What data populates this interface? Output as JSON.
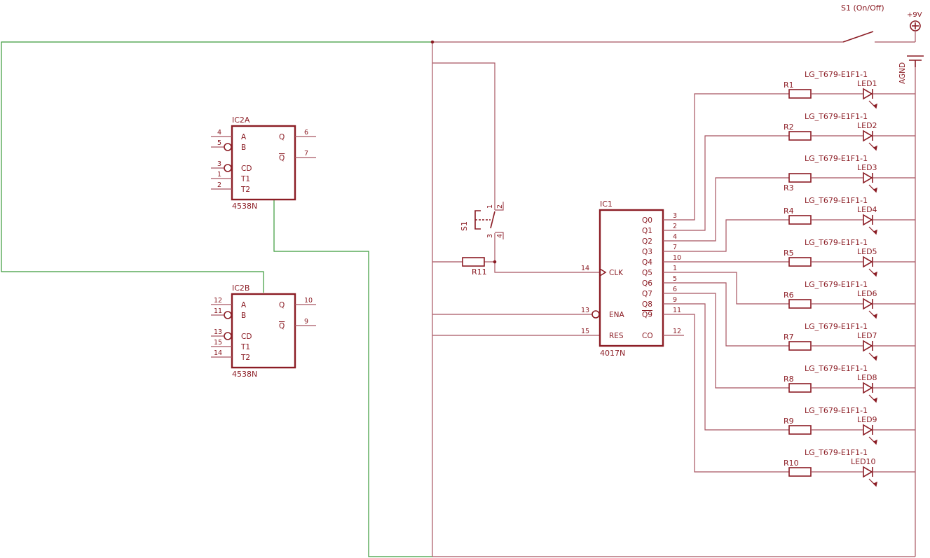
{
  "power": {
    "switch_label": "S1 (On/Off)",
    "vcc_label": "+9V",
    "gnd_label": "AGND"
  },
  "ic2a": {
    "name": "IC2A",
    "part": "4538N",
    "left_pins": [
      {
        "num": "4",
        "label": "A"
      },
      {
        "num": "5",
        "label": "B"
      },
      {
        "num": "3",
        "label": "CD"
      },
      {
        "num": "1",
        "label": "T1"
      },
      {
        "num": "2",
        "label": "T2"
      }
    ],
    "right_pins": [
      {
        "num": "6",
        "label": "Q"
      },
      {
        "num": "7",
        "label": "Q"
      }
    ]
  },
  "ic2b": {
    "name": "IC2B",
    "part": "4538N",
    "left_pins": [
      {
        "num": "12",
        "label": "A"
      },
      {
        "num": "11",
        "label": "B"
      },
      {
        "num": "13",
        "label": "CD"
      },
      {
        "num": "15",
        "label": "T1"
      },
      {
        "num": "14",
        "label": "T2"
      }
    ],
    "right_pins": [
      {
        "num": "10",
        "label": "Q"
      },
      {
        "num": "9",
        "label": "Q"
      }
    ]
  },
  "ic1": {
    "name": "IC1",
    "part": "4017N",
    "inputs": [
      {
        "num": "14",
        "label": "CLK"
      },
      {
        "num": "13",
        "label": "ENA"
      },
      {
        "num": "15",
        "label": "RES"
      }
    ],
    "outputs": [
      {
        "num": "3",
        "label": "Q0"
      },
      {
        "num": "2",
        "label": "Q1"
      },
      {
        "num": "4",
        "label": "Q2"
      },
      {
        "num": "7",
        "label": "Q3"
      },
      {
        "num": "10",
        "label": "Q4"
      },
      {
        "num": "1",
        "label": "Q5"
      },
      {
        "num": "5",
        "label": "Q6"
      },
      {
        "num": "6",
        "label": "Q7"
      },
      {
        "num": "9",
        "label": "Q8"
      },
      {
        "num": "11",
        "label": "Q9"
      },
      {
        "num": "12",
        "label": "CO"
      }
    ]
  },
  "s1": {
    "name": "S1",
    "pins": [
      "2",
      "1",
      "3",
      "4"
    ]
  },
  "r11": {
    "name": "R11"
  },
  "leds": [
    {
      "resistor": "R1",
      "part": "LG_T679-E1F1-1",
      "name": "LED1"
    },
    {
      "resistor": "R2",
      "part": "LG_T679-E1F1-1",
      "name": "LED2"
    },
    {
      "resistor": "R3",
      "part": "LG_T679-E1F1-1",
      "name": "LED3"
    },
    {
      "resistor": "R4",
      "part": "LG_T679-E1F1-1",
      "name": "LED4"
    },
    {
      "resistor": "R5",
      "part": "LG_T679-E1F1-1",
      "name": "LED5"
    },
    {
      "resistor": "R6",
      "part": "LG_T679-E1F1-1",
      "name": "LED6"
    },
    {
      "resistor": "R7",
      "part": "LG_T679-E1F1-1",
      "name": "LED7"
    },
    {
      "resistor": "R8",
      "part": "LG_T679-E1F1-1",
      "name": "LED8"
    },
    {
      "resistor": "R9",
      "part": "LG_T679-E1F1-1",
      "name": "LED9"
    },
    {
      "resistor": "R10",
      "part": "LG_T679-E1F1-1",
      "name": "LED10"
    }
  ]
}
